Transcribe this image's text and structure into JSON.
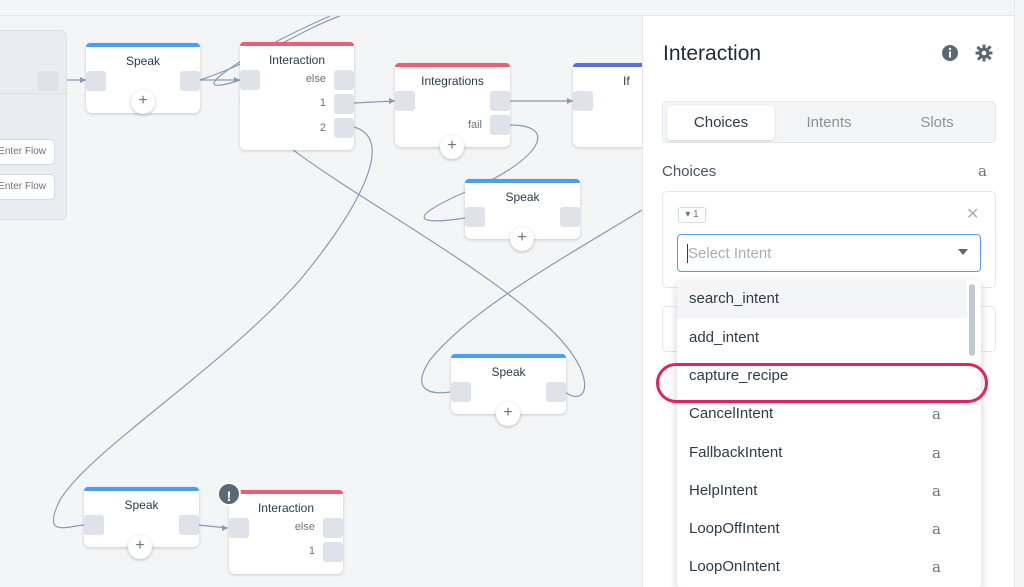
{
  "canvas": {
    "flow_group": {
      "enter_flow_label": "Enter Flow"
    },
    "blocks": [
      {
        "id": "speak1",
        "title": "Speak",
        "color": "#4a9ff0"
      },
      {
        "id": "interaction1",
        "title": "Interaction",
        "color": "#ee5e70",
        "ports": [
          "else",
          "1",
          "2"
        ]
      },
      {
        "id": "integrations",
        "title": "Integrations",
        "color": "#ee5e70",
        "ports": [
          "fail"
        ]
      },
      {
        "id": "if",
        "title": "If",
        "color": "#5b6ee8"
      },
      {
        "id": "speak2",
        "title": "Speak",
        "color": "#4a9ff0"
      },
      {
        "id": "speak3",
        "title": "Speak",
        "color": "#4a9ff0"
      },
      {
        "id": "speak4",
        "title": "Speak",
        "color": "#4a9ff0"
      },
      {
        "id": "interaction2",
        "title": "Interaction",
        "color": "#ee5e70",
        "ports": [
          "else",
          "1"
        ]
      }
    ]
  },
  "panel": {
    "title": "Interaction",
    "tabs": [
      {
        "label": "Choices",
        "active": true
      },
      {
        "label": "Intents",
        "active": false
      },
      {
        "label": "Slots",
        "active": false
      }
    ],
    "section_label": "Choices",
    "choice": {
      "badge": "1",
      "select_placeholder": "Select Intent"
    },
    "dropdown_options": [
      {
        "label": "search_intent",
        "amazon": false
      },
      {
        "label": "add_intent",
        "amazon": false
      },
      {
        "label": "capture_recipe",
        "amazon": false
      },
      {
        "label": "CancelIntent",
        "amazon": true
      },
      {
        "label": "FallbackIntent",
        "amazon": true
      },
      {
        "label": "HelpIntent",
        "amazon": true
      },
      {
        "label": "LoopOffIntent",
        "amazon": true
      },
      {
        "label": "LoopOnIntent",
        "amazon": true
      }
    ],
    "amazon_glyph": "a",
    "colors": {
      "accent": "#5b9cf0",
      "highlight": "#e0245e"
    }
  }
}
